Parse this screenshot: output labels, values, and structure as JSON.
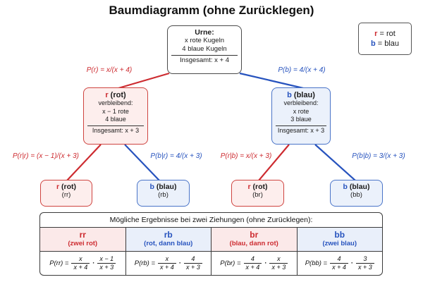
{
  "title": "Baumdiagramm (ohne Zurücklegen)",
  "colors": {
    "red": "#cd2b30",
    "blue": "#2753be",
    "red_bg": "#fdeeed",
    "blue_bg": "#ebf1fb"
  },
  "legend": {
    "items": [
      {
        "symbol": "r",
        "eq": "=",
        "label": "rot"
      },
      {
        "symbol": "b",
        "eq": "=",
        "label": "blau"
      }
    ]
  },
  "urne": {
    "title": "Urne:",
    "line1": "x rote Kugeln",
    "line2": "4 blaue Kugeln",
    "total": "Insgesamt: x + 4"
  },
  "edge_labels": {
    "p_r": "P(r) = x/(x + 4)",
    "p_b": "P(b) = 4/(x + 4)",
    "p_rr": "P(r|r) = (x − 1)/(x + 3)",
    "p_br": "P(b|r) = 4/(x + 3)",
    "p_rb": "P(r|b) = x/(x + 3)",
    "p_bb": "P(b|b) = 3/(x + 3)"
  },
  "nodes": {
    "r": {
      "symbol": "r",
      "name": "(rot)",
      "sub": "verbleibend:",
      "line1": "x − 1 rote",
      "line2": "4 blaue",
      "total": "Insgesamt: x + 3"
    },
    "b": {
      "symbol": "b",
      "name": "(blau)",
      "sub": "verbleibend:",
      "line1": "x rote",
      "line2": "3 blaue",
      "total": "Insgesamt: x + 3"
    }
  },
  "leaves": [
    {
      "symbol": "r",
      "name": "(rot)",
      "code": "(rr)"
    },
    {
      "symbol": "b",
      "name": "(blau)",
      "code": "(rb)"
    },
    {
      "symbol": "r",
      "name": "(rot)",
      "code": "(br)"
    },
    {
      "symbol": "b",
      "name": "(blau)",
      "code": "(bb)"
    }
  ],
  "table": {
    "title": "Mögliche Ergebnisse bei zwei Ziehungen (ohne Zurücklegen):",
    "dot": "·",
    "columns": [
      {
        "key": "rr",
        "desc": "(zwei rot)",
        "prefix": "P(rr) =",
        "f1n": "x",
        "f1d": "x + 4",
        "f2n": "x − 1",
        "f2d": "x + 3"
      },
      {
        "key": "rb",
        "desc": "(rot, dann blau)",
        "prefix": "P(rb) =",
        "f1n": "x",
        "f1d": "x + 4",
        "f2n": "4",
        "f2d": "x + 3"
      },
      {
        "key": "br",
        "desc": "(blau, dann rot)",
        "prefix": "P(br) =",
        "f1n": "4",
        "f1d": "x + 4",
        "f2n": "x",
        "f2d": "x + 3"
      },
      {
        "key": "bb",
        "desc": "(zwei blau)",
        "prefix": "P(bb) =",
        "f1n": "4",
        "f1d": "x + 4",
        "f2n": "3",
        "f2d": "x + 3"
      }
    ]
  }
}
